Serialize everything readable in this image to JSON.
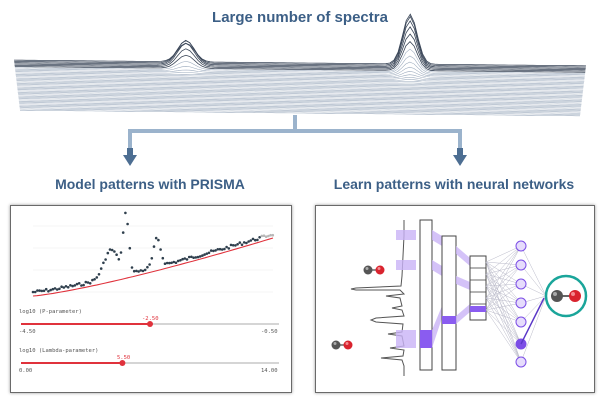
{
  "titles": {
    "top": "Large number of spectra",
    "left": "Model patterns with PRISMA",
    "right": "Learn patterns with neural networks"
  },
  "prisma_panel": {
    "slider1": {
      "label": "log10 (P-parameter)",
      "value": "-2.50",
      "min": "-4.50",
      "max": "-0.50",
      "fraction": 0.5
    },
    "slider2": {
      "label": "log10 (Lambda-parameter)",
      "value": "5.50",
      "min": "0.00",
      "max": "14.00",
      "fraction": 0.393
    }
  },
  "colors": {
    "title": "#3c5f86",
    "arrow": "#4d6e92",
    "connector": "#9bb3cc",
    "spectra_line": "#9aa9bc",
    "spectra_dark": "#3a4658",
    "data_points": "#2f3f4d",
    "baseline": "#e0323c",
    "slider": "#e0323c",
    "nn_purple": "#8a5cf0",
    "highlight": "#1aa59a"
  },
  "icons": [
    "co-molecule-icon",
    "co-molecule-icon",
    "co-molecule-icon"
  ]
}
